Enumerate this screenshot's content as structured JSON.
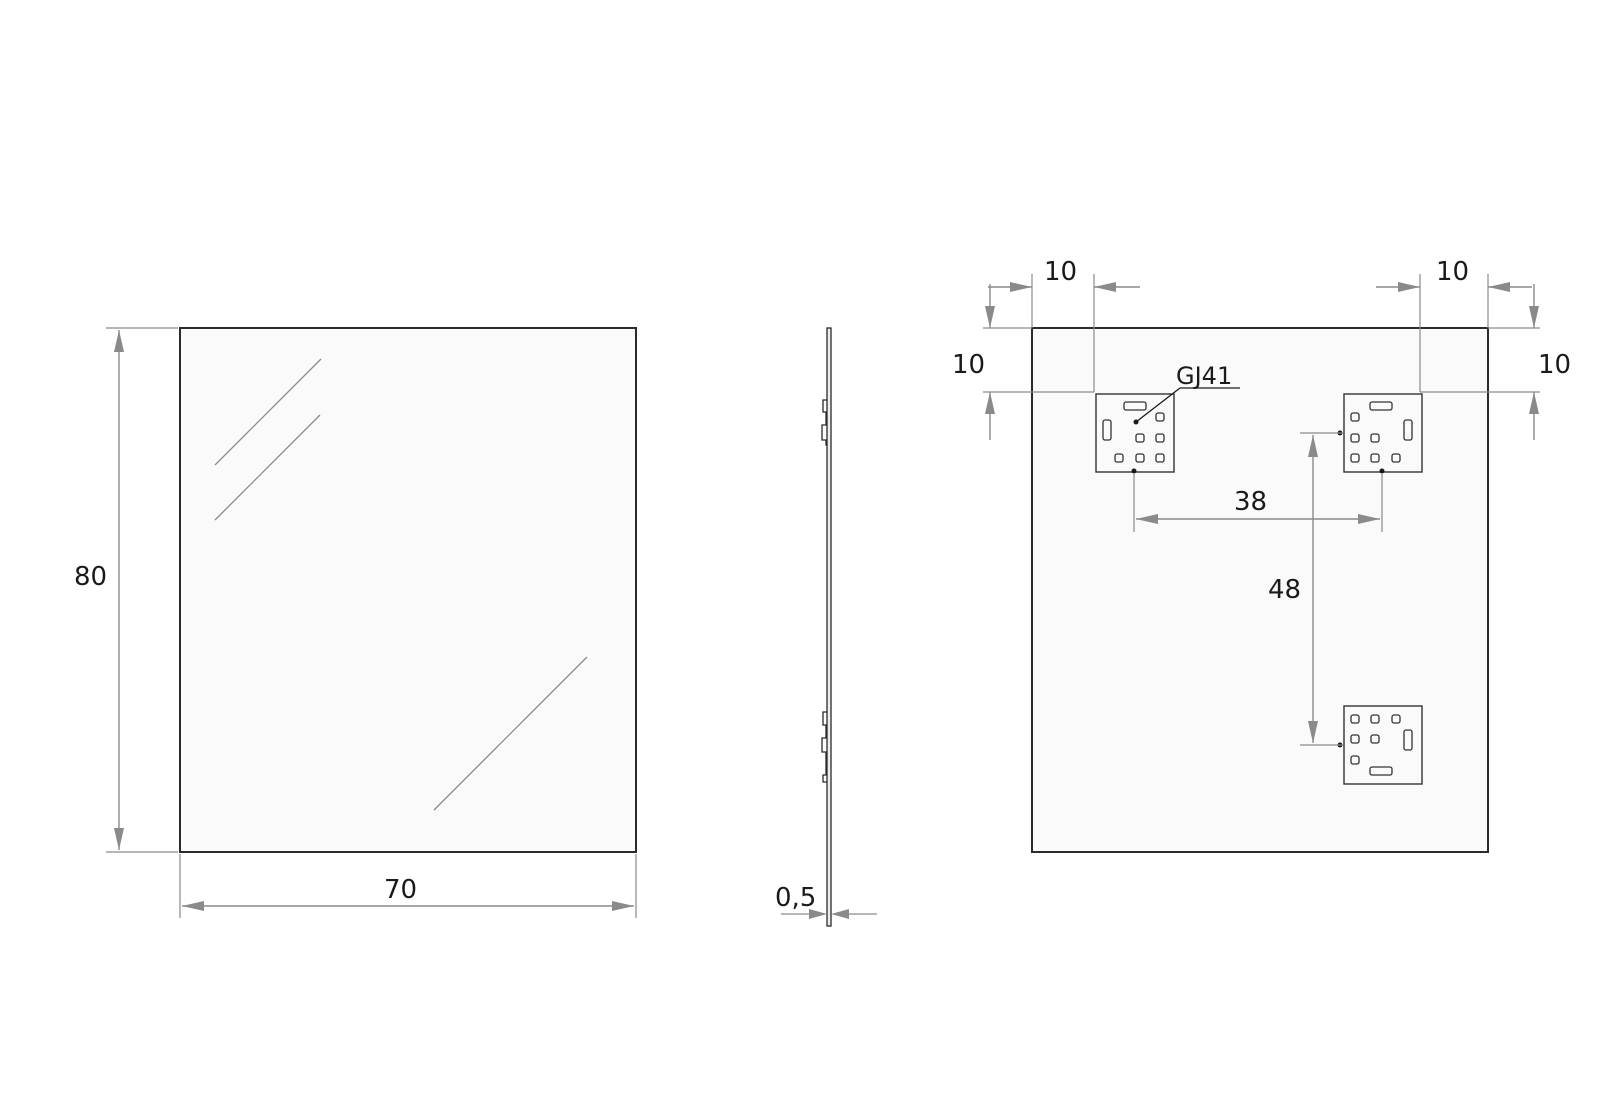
{
  "front_view": {
    "width_label": "70",
    "height_label": "80"
  },
  "side_view": {
    "thickness_label": "0,5"
  },
  "rear_view": {
    "left_offset_label": "10",
    "right_offset_label": "10",
    "top_offset_left_label": "10",
    "top_offset_right_label": "10",
    "horizontal_spacing_label": "38",
    "vertical_spacing_label": "48",
    "bracket_label": "GJ41"
  },
  "colors": {
    "outline": "#2a2a2a",
    "dimension": "#8a8a8a",
    "glass": "#fafafa"
  }
}
